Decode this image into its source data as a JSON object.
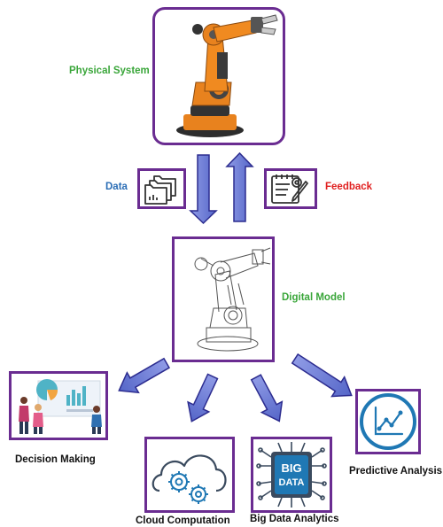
{
  "labels": {
    "physical_system": "Physical System",
    "data": "Data",
    "feedback": "Feedback",
    "digital_model": "Digital Model",
    "decision_making": "Decision Making",
    "cloud_computation": "Cloud Computation",
    "big_data_analytics": "Big Data Analytics",
    "predictive_analysis": "Predictive Analysis",
    "big_data_icon_text_1": "BIG",
    "big_data_icon_text_2": "DATA"
  },
  "colors": {
    "frame": "#6a2c91",
    "arrow_fill": "#6f7fd6",
    "arrow_stroke": "#2c2c8f",
    "green_label": "#3aa63a",
    "blue_label": "#2a6db5",
    "red_label": "#e02020",
    "robot_orange": "#e8821e",
    "icon_blue": "#1f78b4"
  }
}
